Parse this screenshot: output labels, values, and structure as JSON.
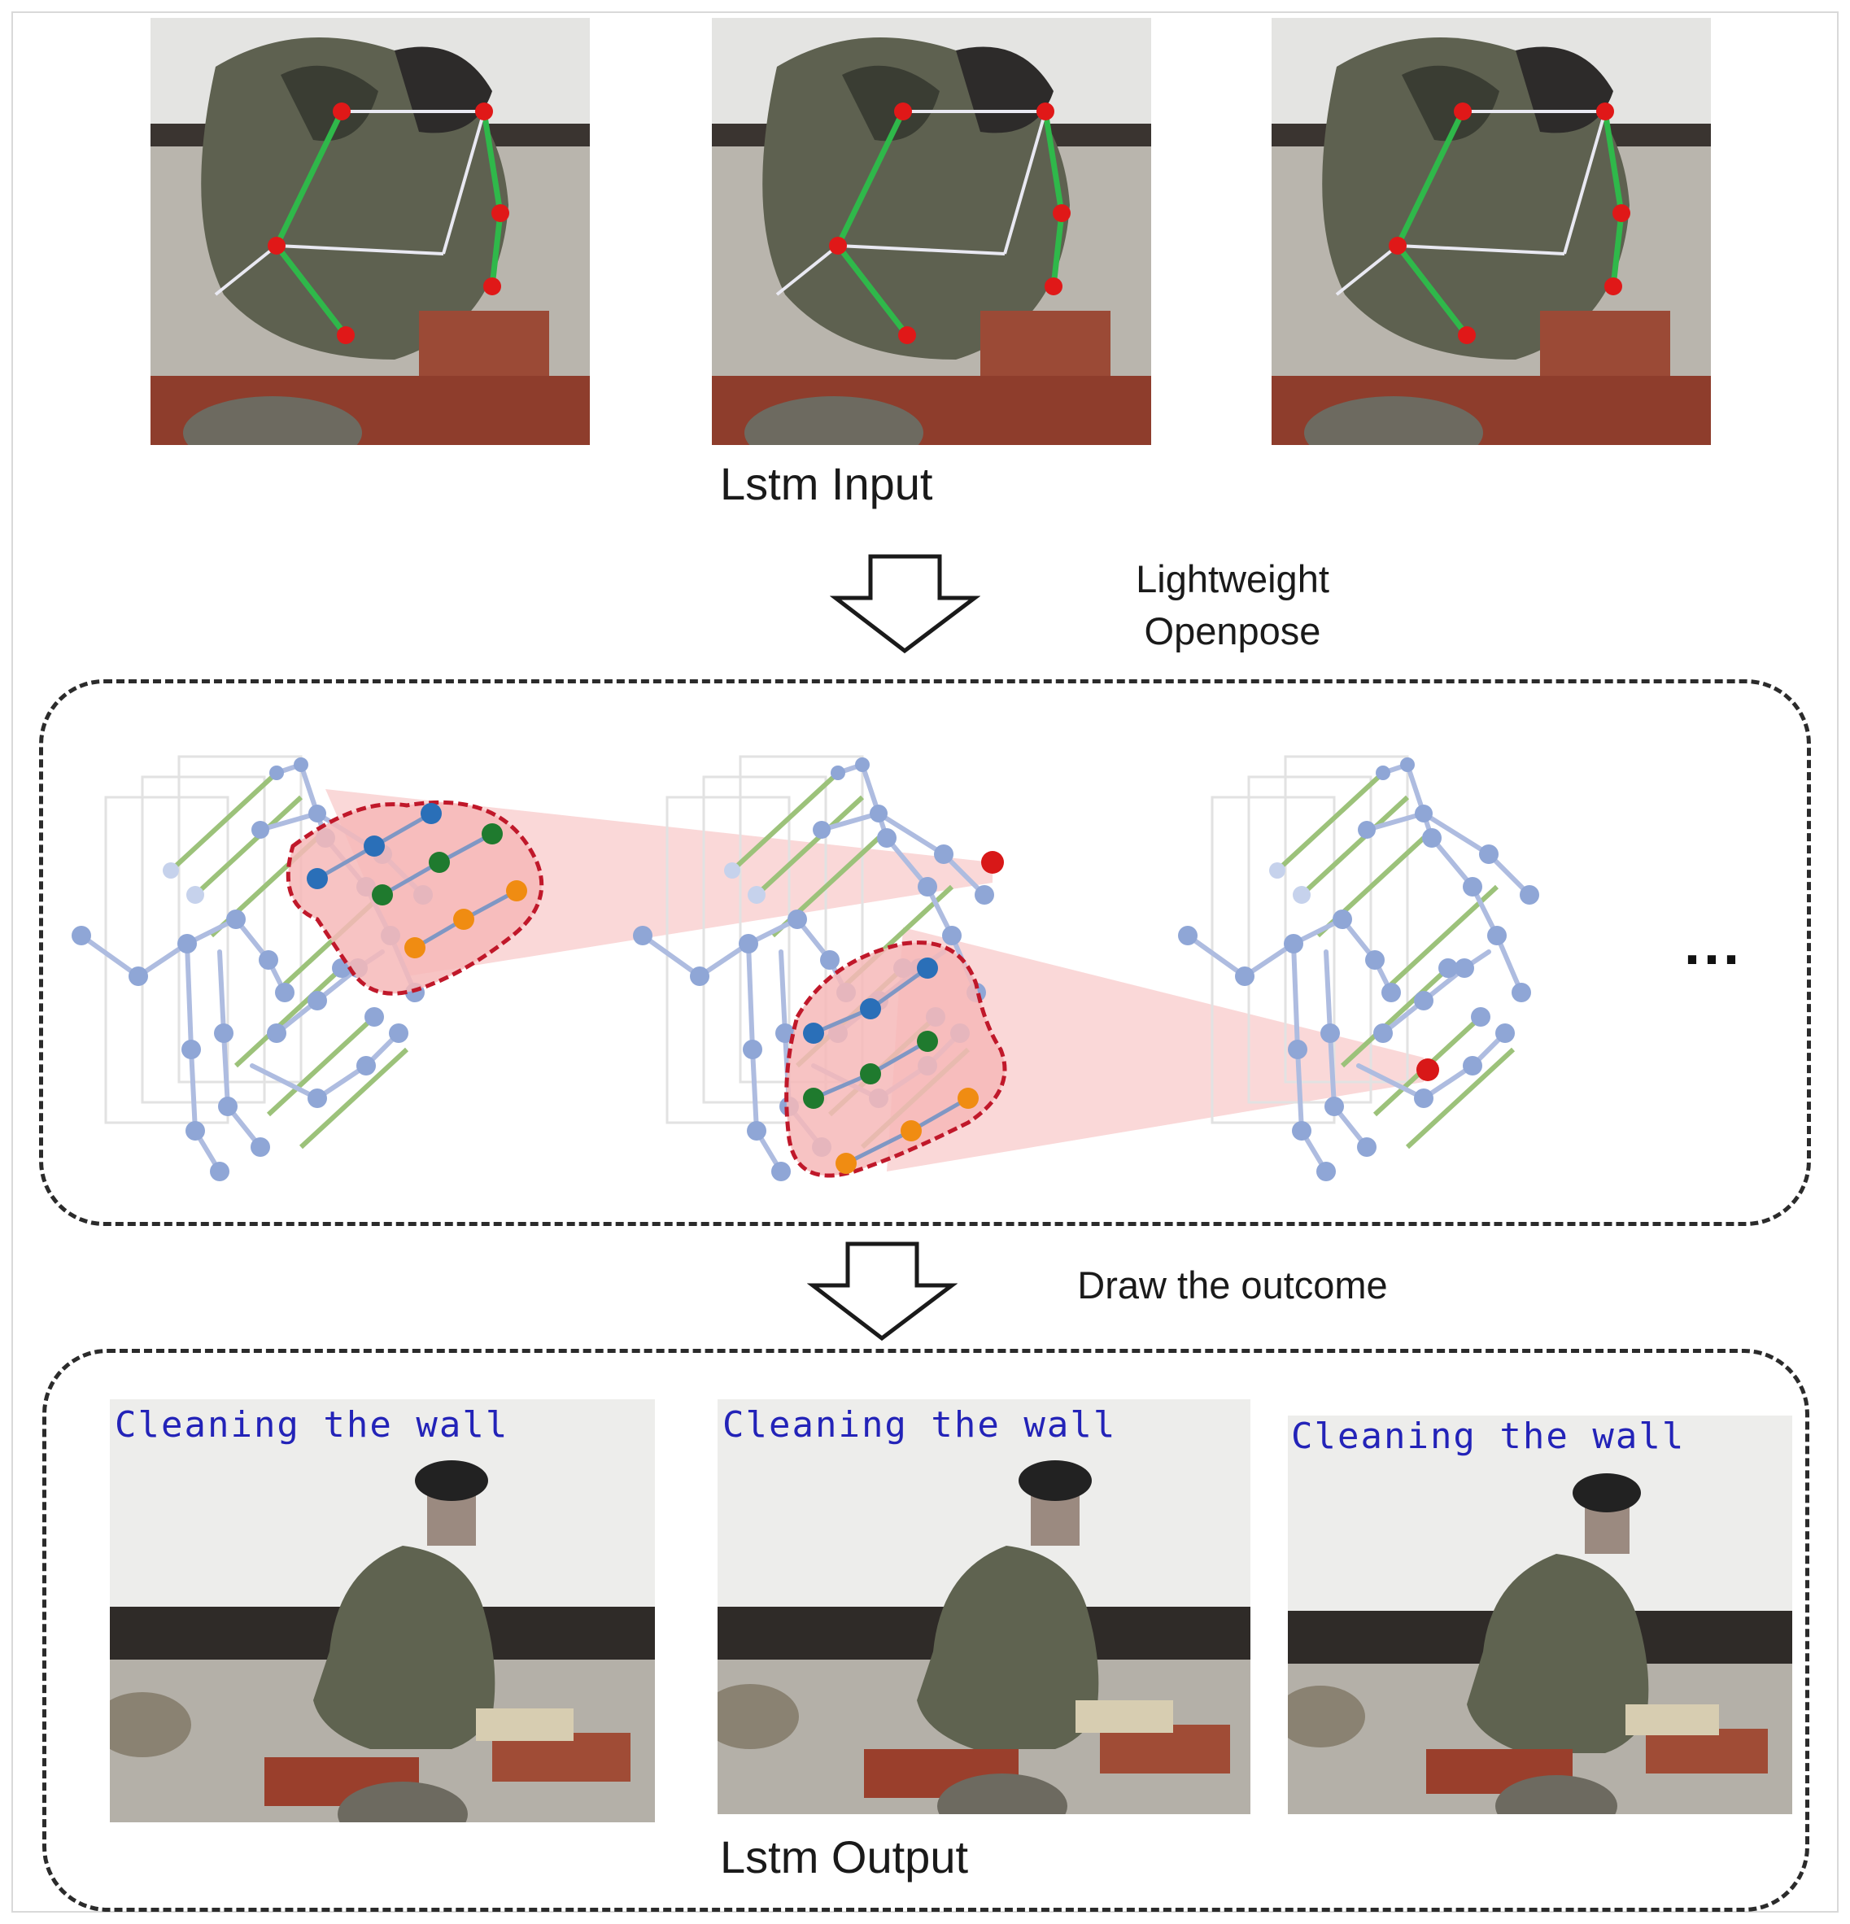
{
  "labels": {
    "lstm_input": "Lstm Input",
    "openpose_line1": "Lightweight",
    "openpose_line2": "Openpose",
    "draw_outcome": "Draw the outcome",
    "lstm_output": "Lstm Output",
    "ellipsis": "..."
  },
  "output_frames": [
    {
      "overlay": "Cleaning the wall"
    },
    {
      "overlay": "Cleaning the wall"
    },
    {
      "overlay": "Cleaning the wall"
    }
  ],
  "colors": {
    "skeleton_joint": "#e01818",
    "skeleton_limb": "#2fb84a",
    "graph_node": "#8fa6d6",
    "graph_edge_green": "#9cc27a",
    "region_fill": "#f6b8b8",
    "region_border": "#c0182a",
    "node_blue": "#2a6fb8",
    "node_green": "#1f7a2e",
    "node_orange": "#f08c12",
    "node_red": "#d81818",
    "overlay_text": "#2323b8"
  }
}
